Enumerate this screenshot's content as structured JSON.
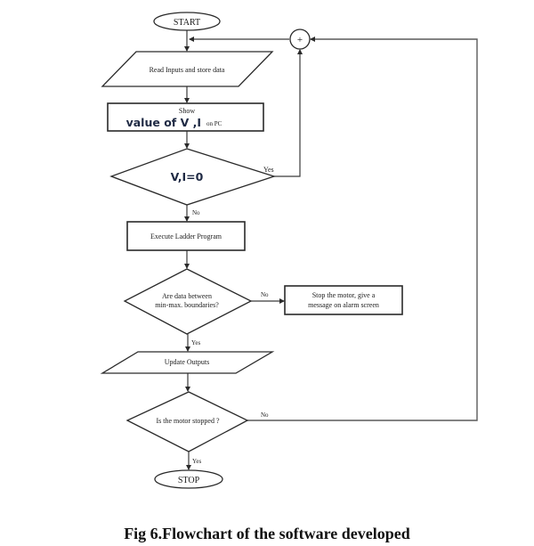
{
  "diagram": {
    "type": "flowchart",
    "nodes": {
      "start": {
        "kind": "terminator",
        "label": "START"
      },
      "read_inputs": {
        "kind": "io",
        "label": "Read Inputs and store data"
      },
      "show_value": {
        "kind": "process",
        "line1": "Show",
        "line2_main": "value of V ,I",
        "line2_suffix": "on PC"
      },
      "check_vi": {
        "kind": "decision",
        "label": "V,I=0"
      },
      "execute_ladder": {
        "kind": "process",
        "label": "Execute Ladder Program"
      },
      "check_bounds": {
        "kind": "decision",
        "line1": "Are data between",
        "line2": "min-max. boundaries?"
      },
      "stop_motor": {
        "kind": "process",
        "line1": "Stop the motor, give a",
        "line2": "message on alarm screen"
      },
      "update_outputs": {
        "kind": "io",
        "label": "Update Outputs"
      },
      "check_motor": {
        "kind": "decision",
        "label": "Is the motor stopped ?"
      },
      "stop": {
        "kind": "terminator",
        "label": "STOP"
      },
      "junction": {
        "kind": "summing-junction",
        "symbol": "+"
      }
    },
    "edges": [
      {
        "from": "start",
        "to": "read_inputs",
        "label": ""
      },
      {
        "from": "junction",
        "to": "read_inputs",
        "label": ""
      },
      {
        "from": "read_inputs",
        "to": "show_value",
        "label": ""
      },
      {
        "from": "show_value",
        "to": "check_vi",
        "label": ""
      },
      {
        "from": "check_vi",
        "to": "junction",
        "label": "Yes"
      },
      {
        "from": "check_vi",
        "to": "execute_ladder",
        "label": "No"
      },
      {
        "from": "execute_ladder",
        "to": "check_bounds",
        "label": ""
      },
      {
        "from": "check_bounds",
        "to": "stop_motor",
        "label": "No"
      },
      {
        "from": "check_bounds",
        "to": "update_outputs",
        "label": "Yes"
      },
      {
        "from": "update_outputs",
        "to": "check_motor",
        "label": ""
      },
      {
        "from": "check_motor",
        "to": "junction",
        "label": "No"
      },
      {
        "from": "check_motor",
        "to": "stop",
        "label": "Yes"
      }
    ],
    "edge_labels": {
      "vi_yes": "Yes",
      "vi_no": "No",
      "bounds_no": "No",
      "bounds_yes": "Yes",
      "motor_no": "No",
      "motor_yes": "Yes"
    }
  },
  "caption": "Fig 6.Flowchart of the software developed"
}
